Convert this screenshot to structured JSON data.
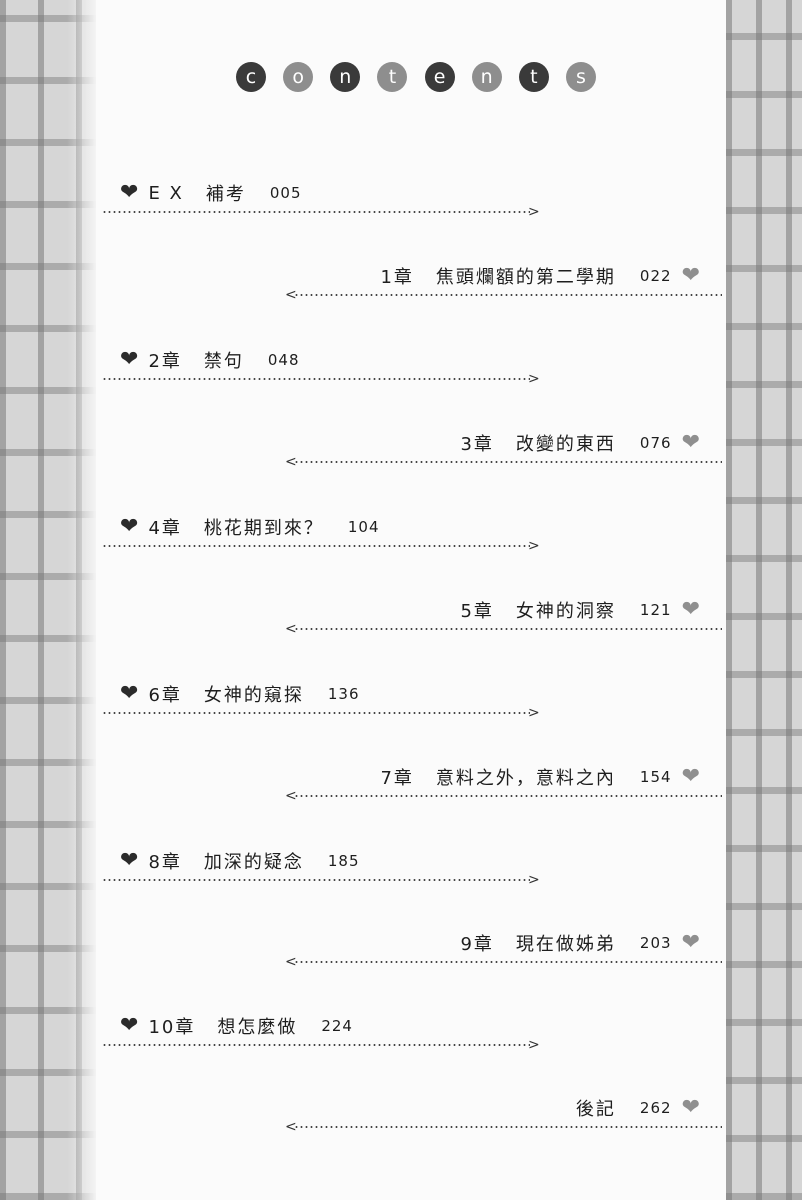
{
  "title_letters": [
    "c",
    "o",
    "n",
    "t",
    "e",
    "n",
    "t",
    "s"
  ],
  "entries": [
    {
      "num": "E X",
      "title": "補考",
      "page": "005",
      "side": "left"
    },
    {
      "num": "1章",
      "title": "焦頭爛額的第二學期",
      "page": "022",
      "side": "right"
    },
    {
      "num": "2章",
      "title": "禁句",
      "page": "048",
      "side": "left"
    },
    {
      "num": "3章",
      "title": "改變的東西",
      "page": "076",
      "side": "right"
    },
    {
      "num": "4章",
      "title": "桃花期到來？",
      "page": "104",
      "side": "left"
    },
    {
      "num": "5章",
      "title": "女神的洞察",
      "page": "121",
      "side": "right"
    },
    {
      "num": "6章",
      "title": "女神的窺探",
      "page": "136",
      "side": "left"
    },
    {
      "num": "7章",
      "title": "意料之外，意料之內",
      "page": "154",
      "side": "right"
    },
    {
      "num": "8章",
      "title": "加深的疑念",
      "page": "185",
      "side": "left"
    },
    {
      "num": "9章",
      "title": "現在做姊弟",
      "page": "203",
      "side": "right"
    },
    {
      "num": "10章",
      "title": "想怎麼做",
      "page": "224",
      "side": "left"
    },
    {
      "num": "",
      "title": "後記",
      "page": "262",
      "side": "right"
    }
  ]
}
